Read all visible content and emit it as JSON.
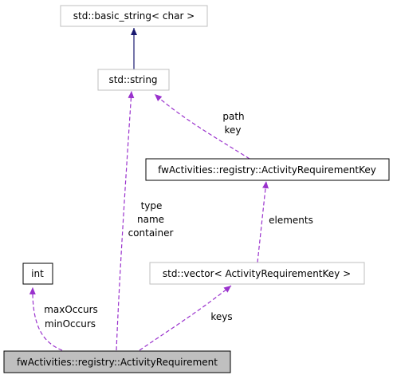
{
  "nodes": {
    "basic_string": {
      "label": "std::basic_string< char >"
    },
    "string": {
      "label": "std::string"
    },
    "activity_requirement_key": {
      "label": "fwActivities::registry::ActivityRequirementKey"
    },
    "vector_key": {
      "label": "std::vector< ActivityRequirementKey >"
    },
    "int_type": {
      "label": "int"
    },
    "activity_requirement": {
      "label": "fwActivities::registry::ActivityRequirement"
    }
  },
  "edges": {
    "string_basic": {
      "kind": "inheritance"
    },
    "key_to_string": {
      "kind": "usage",
      "labels": [
        "path",
        "key"
      ]
    },
    "req_to_string": {
      "kind": "usage",
      "labels": [
        "type",
        "name",
        "container"
      ]
    },
    "vector_to_key": {
      "kind": "usage",
      "labels": [
        "elements"
      ]
    },
    "req_to_vector": {
      "kind": "usage",
      "labels": [
        "keys"
      ]
    },
    "req_to_int": {
      "kind": "usage",
      "labels": [
        "maxOccurs",
        "minOccurs"
      ]
    }
  },
  "colors": {
    "inheritance_edge": "#191970",
    "usage_edge": "#9a32cd",
    "external_border": "#bfbfbf",
    "documented_border": "#000000",
    "focus_fill": "#bfbfbf"
  }
}
